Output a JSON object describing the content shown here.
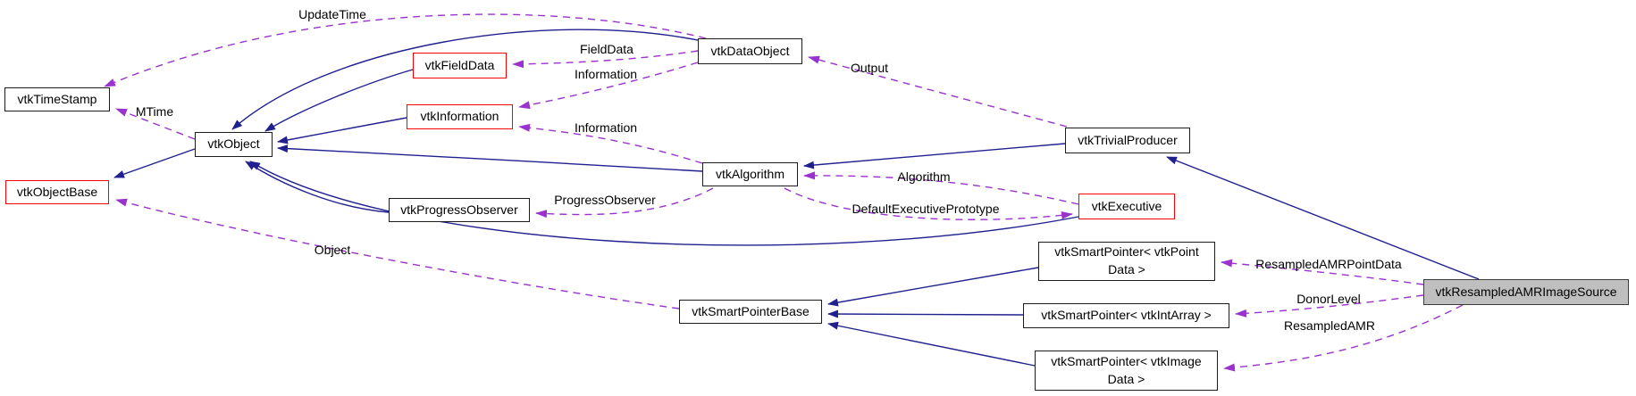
{
  "diagram": {
    "kind": "collaboration-graph",
    "colors": {
      "inheritance_edge": "#20208f",
      "usage_edge": "#9a32cd",
      "node_border": "#1c1c1c",
      "truncated_node_border": "#ff0000",
      "focus_node_fill": "#bfbfbf",
      "node_fill": "#ffffff",
      "background": "#ffffff",
      "text": "#000000"
    },
    "nodes": [
      {
        "id": "vtkTimeStamp",
        "label": "vtkTimeStamp",
        "style": "normal"
      },
      {
        "id": "vtkObjectBase",
        "label": "vtkObjectBase",
        "style": "truncated"
      },
      {
        "id": "vtkObject",
        "label": "vtkObject",
        "style": "normal"
      },
      {
        "id": "vtkFieldData",
        "label": "vtkFieldData",
        "style": "truncated"
      },
      {
        "id": "vtkInformation",
        "label": "vtkInformation",
        "style": "truncated"
      },
      {
        "id": "vtkDataObject",
        "label": "vtkDataObject",
        "style": "normal"
      },
      {
        "id": "vtkAlgorithm",
        "label": "vtkAlgorithm",
        "style": "normal"
      },
      {
        "id": "vtkProgressObserver",
        "label": "vtkProgressObserver",
        "style": "normal"
      },
      {
        "id": "vtkTrivialProducer",
        "label": "vtkTrivialProducer",
        "style": "normal"
      },
      {
        "id": "vtkExecutive",
        "label": "vtkExecutive",
        "style": "truncated"
      },
      {
        "id": "vtkSmartPointerPointData",
        "label": "vtkSmartPointer< vtkPoint\nData >",
        "style": "normal"
      },
      {
        "id": "vtkSmartPointerBase",
        "label": "vtkSmartPointerBase",
        "style": "normal"
      },
      {
        "id": "vtkSmartPointerIntArray",
        "label": "vtkSmartPointer< vtkIntArray >",
        "style": "normal"
      },
      {
        "id": "vtkSmartPointerImageData",
        "label": "vtkSmartPointer< vtkImage\nData >",
        "style": "normal"
      },
      {
        "id": "vtkResampledAMRImageSource",
        "label": "vtkResampledAMRImageSource",
        "style": "focus"
      }
    ],
    "edge_labels": [
      {
        "text": "UpdateTime"
      },
      {
        "text": "MTime"
      },
      {
        "text": "FieldData"
      },
      {
        "text": "Information"
      },
      {
        "text": "Information"
      },
      {
        "text": "Output"
      },
      {
        "text": "Algorithm"
      },
      {
        "text": "DefaultExecutivePrototype"
      },
      {
        "text": "ProgressObserver"
      },
      {
        "text": "Object"
      },
      {
        "text": "ResampledAMRPointData"
      },
      {
        "text": "DonorLevel"
      },
      {
        "text": "ResampledAMR"
      }
    ]
  }
}
